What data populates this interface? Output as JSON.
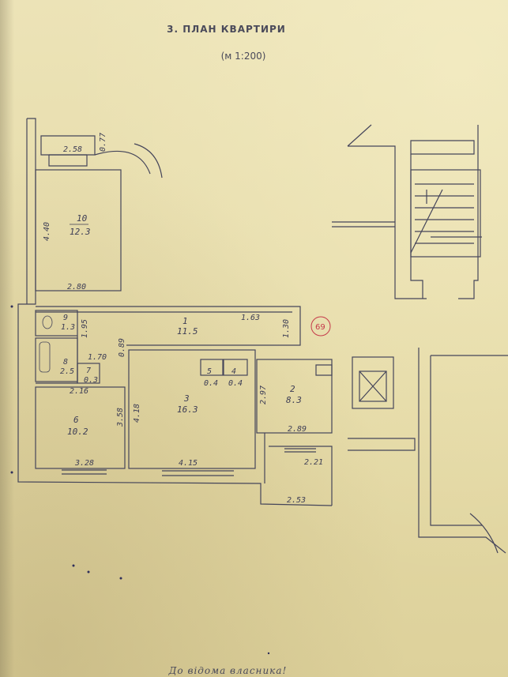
{
  "document": {
    "title": "3. ПЛАН КВАРТИРИ",
    "scale": "(м 1:200)",
    "footer": "До відома власника!"
  },
  "rooms": [
    {
      "num": "10",
      "area": "12.3"
    },
    {
      "num": "9",
      "area": "1.3"
    },
    {
      "num": "8",
      "area": "2.5"
    },
    {
      "num": "7",
      "area": "0.3"
    },
    {
      "num": "6",
      "area": "10.2"
    },
    {
      "num": "1",
      "area": "11.5"
    },
    {
      "num": "5",
      "area": "0.4"
    },
    {
      "num": "4",
      "area": "0.4"
    },
    {
      "num": "3",
      "area": "16.3"
    },
    {
      "num": "2",
      "area": "8.3"
    }
  ],
  "dimensions": [
    "2.58",
    "0.77",
    "4.40",
    "2.80",
    "1.63",
    "1.30",
    "1.95",
    "1.70",
    "0.89",
    "2.16",
    "3.58",
    "4.18",
    "2.97",
    "2.89",
    "3.28",
    "4.15",
    "2.21",
    "2.53"
  ],
  "annotation": {
    "circled_mark": "69"
  },
  "colors": {
    "paper": "#e6dcaa",
    "ink": "#3f3f4f",
    "mark": "#c53a4a"
  }
}
